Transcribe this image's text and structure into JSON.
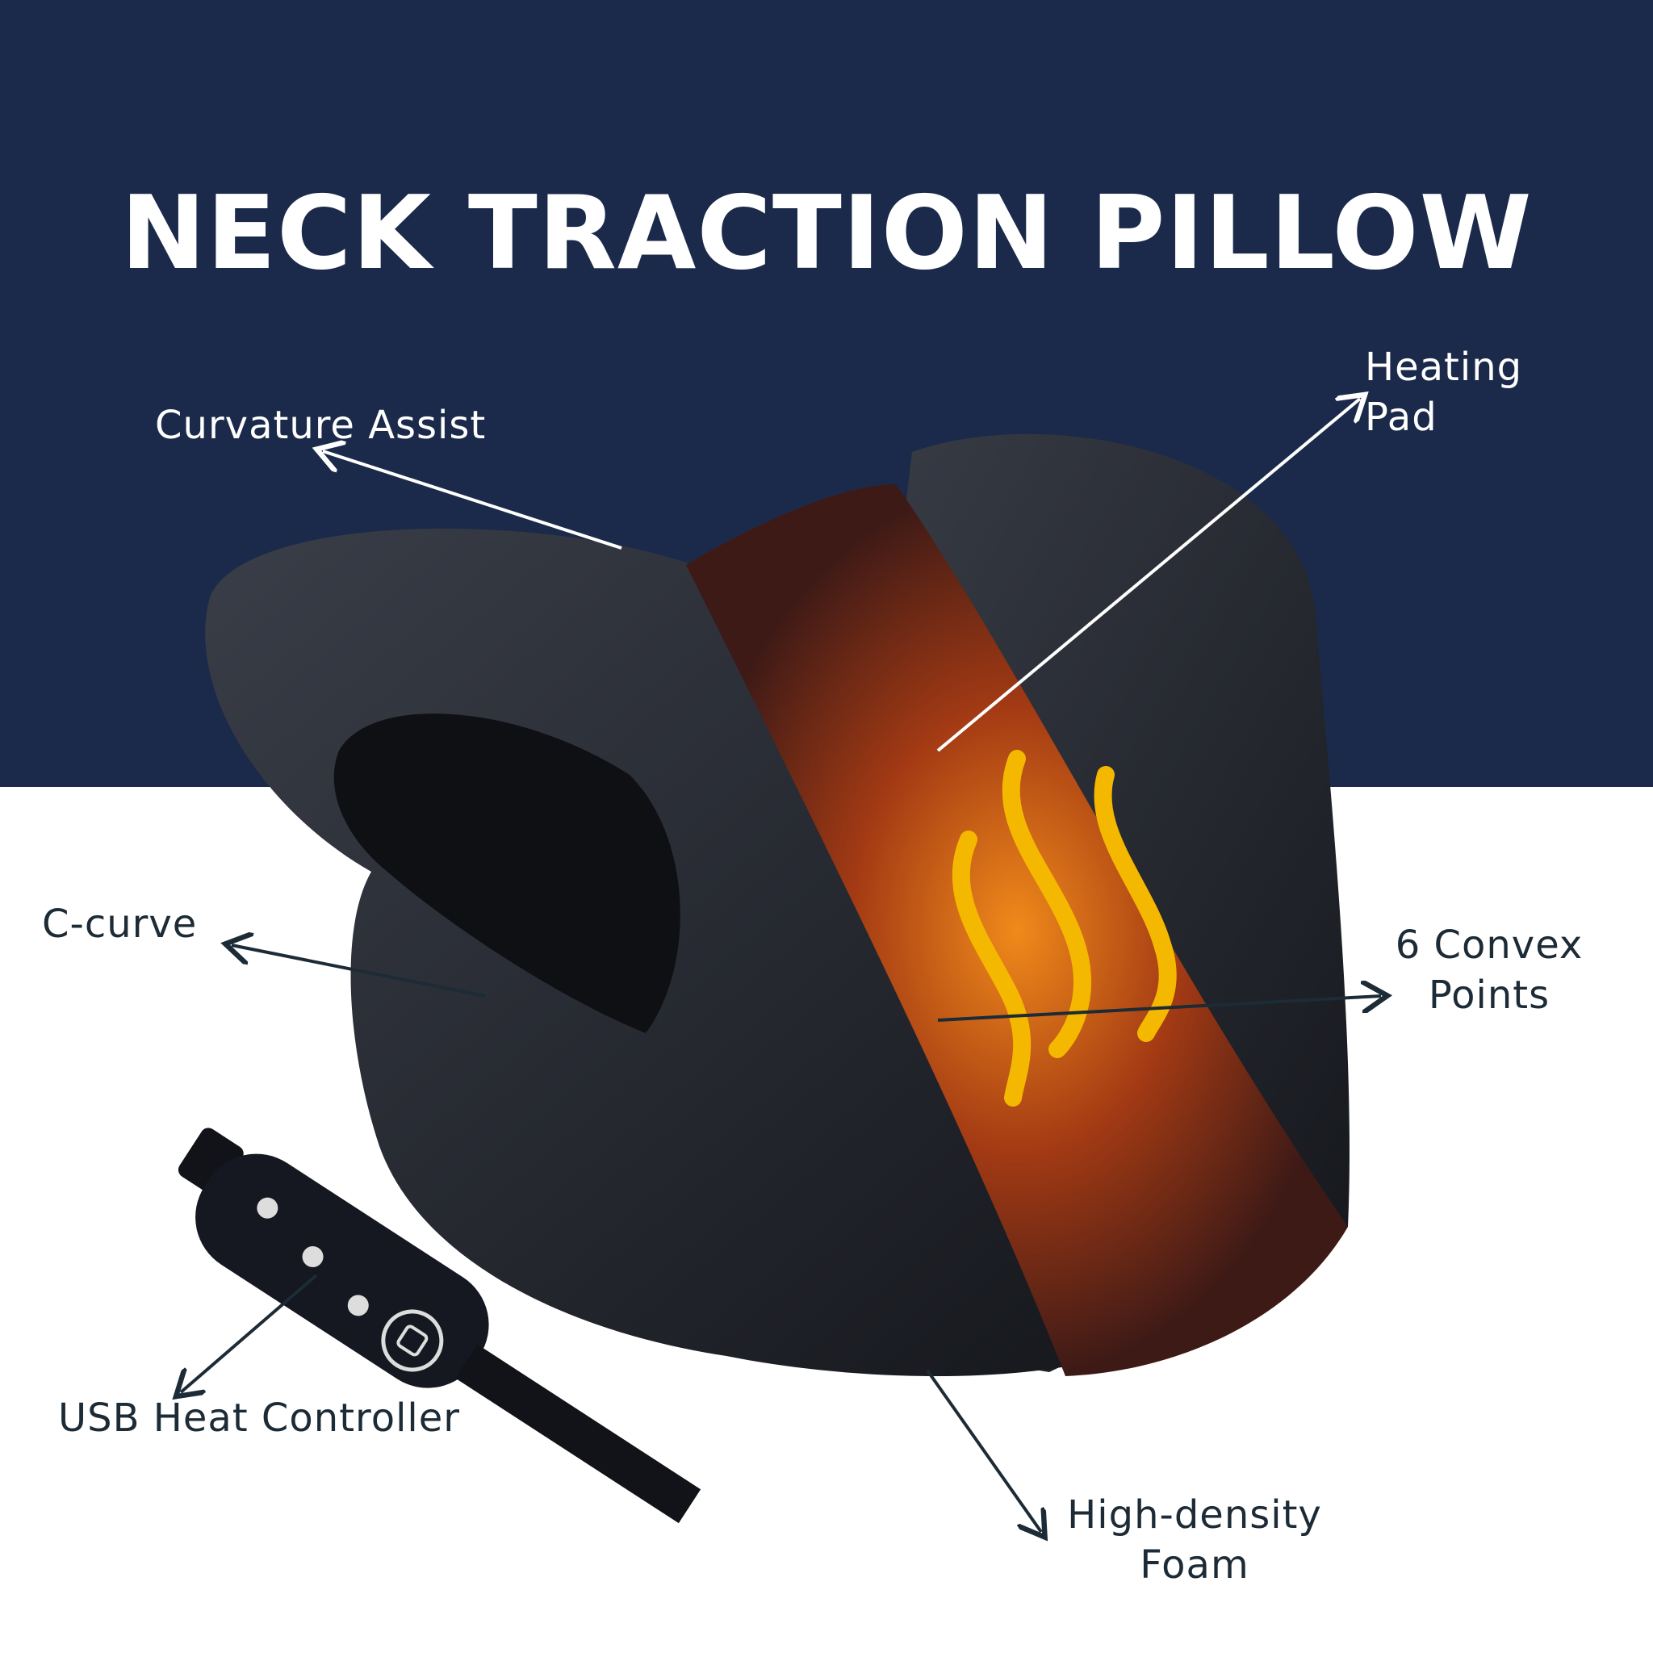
{
  "title": "NECK TRACTION PILLOW",
  "labels": {
    "curvature_assist": "Curvature Assist",
    "heating_pad_1": "Heating",
    "heating_pad_2": "Pad",
    "c_curve": "C-curve",
    "convex_1": "6 Convex",
    "convex_2": "Points",
    "usb": "USB Heat Controller",
    "foam_1": "High-density",
    "foam_2": "Foam"
  },
  "colors": {
    "navy": "#1b2a4a",
    "pillow": "#25282f",
    "pad": "#4a2018",
    "heat": "#f5b800"
  }
}
